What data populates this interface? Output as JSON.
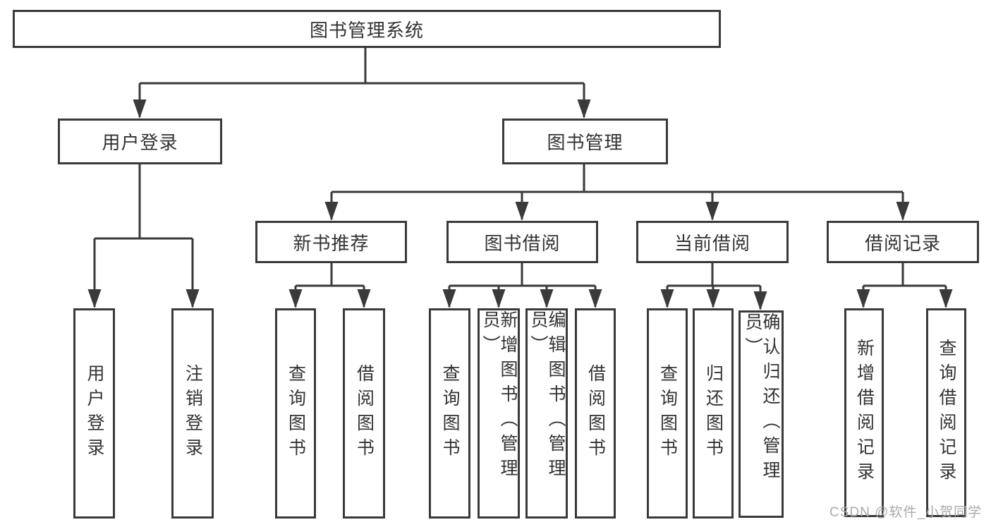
{
  "colors": {
    "line": "#3a3a3a",
    "text": "#333333",
    "watermark": "#a9a9a9",
    "background": "#ffffff"
  },
  "diagram": {
    "root": {
      "label": "图书管理系统"
    },
    "user_login": {
      "label": "用户登录",
      "children": [
        {
          "label": "用户登录"
        },
        {
          "label": "注销登录"
        }
      ]
    },
    "book_mgmt": {
      "label": "图书管理",
      "modules": [
        {
          "label": "新书推荐",
          "children": [
            {
              "label": "查询图书"
            },
            {
              "label": "借阅图书"
            }
          ]
        },
        {
          "label": "图书借阅",
          "children": [
            {
              "label": "查询图书"
            },
            {
              "label": "新增图书（管理员）"
            },
            {
              "label": "编辑图书（管理员）"
            },
            {
              "label": "借阅图书"
            }
          ]
        },
        {
          "label": "当前借阅",
          "children": [
            {
              "label": "查询图书"
            },
            {
              "label": "归还图书"
            },
            {
              "label": "确认归还（管理员）"
            }
          ]
        },
        {
          "label": "借阅记录",
          "children": [
            {
              "label": "新增借阅记录"
            },
            {
              "label": "查询借阅记录"
            }
          ]
        }
      ]
    }
  },
  "watermark": "CSDN @软件_小贺同学"
}
